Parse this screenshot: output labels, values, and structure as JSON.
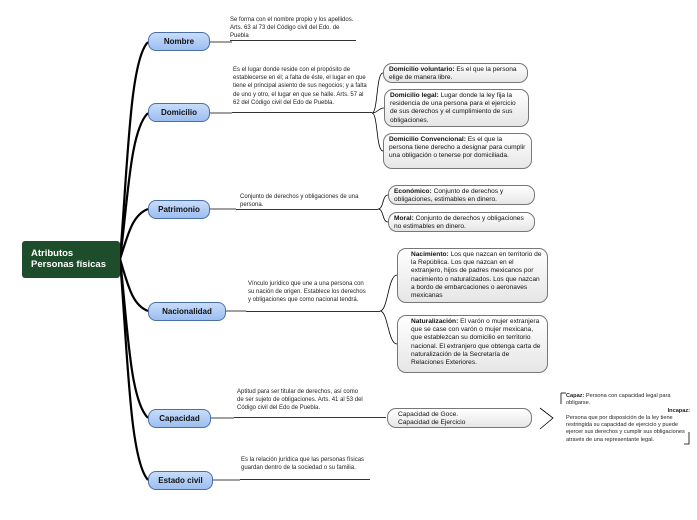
{
  "root": {
    "line1": "Atributos",
    "line2": "Personas físicas"
  },
  "categories": [
    {
      "label": "Nombre",
      "desc": "Se forma con el nombre propio y los apellidos. Arts. 63 al 73 del Código civil del Edo. de Puebla"
    },
    {
      "label": "Domicilio",
      "desc": "Es el lugar donde reside con el propósito de establecerse en él; a falta de éste, el lugar en que tiene el principal asiento de sus negocios; y a falta de uno y otro, el lugar en que se halle. Arts. 57 al 62 del Código civil del Edo de Puebla."
    },
    {
      "label": "Patrimonio",
      "desc": "Conjunto de derechos y obligaciones de una persona."
    },
    {
      "label": "Nacionalidad",
      "desc": "Vínculo jurídico que une a una persona con su nación de origen. Establece los derechos y obligaciones que como nacional tendrá."
    },
    {
      "label": "Capacidad",
      "desc": "Aptitud para ser titular de derechos, así como de ser sujeto de obligaciones. Arts. 41 al 53 del Código civil del Edo de Puebla."
    },
    {
      "label": "Estado civil",
      "desc": "Es la relación jurídica que las personas físicas guardan dentro de la sociedad o su familia."
    }
  ],
  "domicilio_subs": [
    {
      "title": "Domicilio voluntario:",
      "text": " Es el que la persona elige de manera libre."
    },
    {
      "title": "Domicilio legal:",
      "text": " Lugar donde la ley fija la residencia de una persona para el ejercicio de sus derechos y  el cumplimiento de sus obligaciones."
    },
    {
      "title": "Domicilio Convencional:",
      "text": " Es el que la persona tiene derecho a designar para cumplir una obligación o tenerse por domiciliada."
    }
  ],
  "patrimonio_subs": [
    {
      "title": "Económico:",
      "text": " Conjunto de derechos y obligaciones, estimables en dinero."
    },
    {
      "title": "Moral:",
      "text": " Conjunto de derechos y obligaciones no estimables en dinero."
    }
  ],
  "nacionalidad_subs": [
    {
      "title": "Nacimiento:",
      "text": " Los que nazcan en territorio de la República.      Los que nazcan en el extranjero, hijos de padres mexicanos por nacimiento o naturalizados.                    Los que nazcan a bordo de embarcaciones o aeronaves mexicanas"
    },
    {
      "title": "Naturalización:",
      "text": " El varón o mujer extranjera que se case con varón o mujer mexicana, que establezcan su domicilio en territorio nacional.                  El extranjero que obtenga carta de naturalización de la Secretaría de Relaciones Exteriores."
    }
  ],
  "capacidad_sub": {
    "line1": "Capacidad de Goce.",
    "line2": "Capacidad de Ejercicio"
  },
  "capacidad_note": {
    "goce_title": "Capaz:",
    "goce_text": " Persona con capacidad legal para obligarse.",
    "ejercicio_title": "Incapaz:",
    "ejercicio_text": "Persona que por disposición de la ley tiene restringida su capacidad de ejercicio y puede ejercer sus derechos y cumplir sus obligaciones através de una representante legal."
  },
  "colors": {
    "root_bg": "#1e4d2b",
    "node_fill": "#aac8f5",
    "node_border": "#4a6fa5",
    "connector": "#000000"
  }
}
